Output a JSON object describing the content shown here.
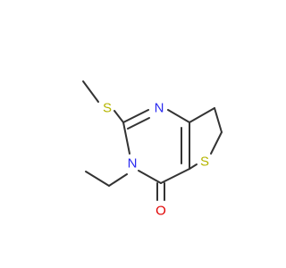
{
  "molecule": {
    "atoms": [
      {
        "id": "S_methylthio",
        "label": "S",
        "color": "#b5b500"
      },
      {
        "id": "N_ring_top",
        "label": "N",
        "color": "#2a2af0"
      },
      {
        "id": "N_ring_left",
        "label": "N",
        "color": "#2a2af0"
      },
      {
        "id": "S_thiophene",
        "label": "S",
        "color": "#b5b500"
      },
      {
        "id": "O_carbonyl",
        "label": "O",
        "color": "#e00000"
      }
    ],
    "bond_color": "#333333"
  }
}
